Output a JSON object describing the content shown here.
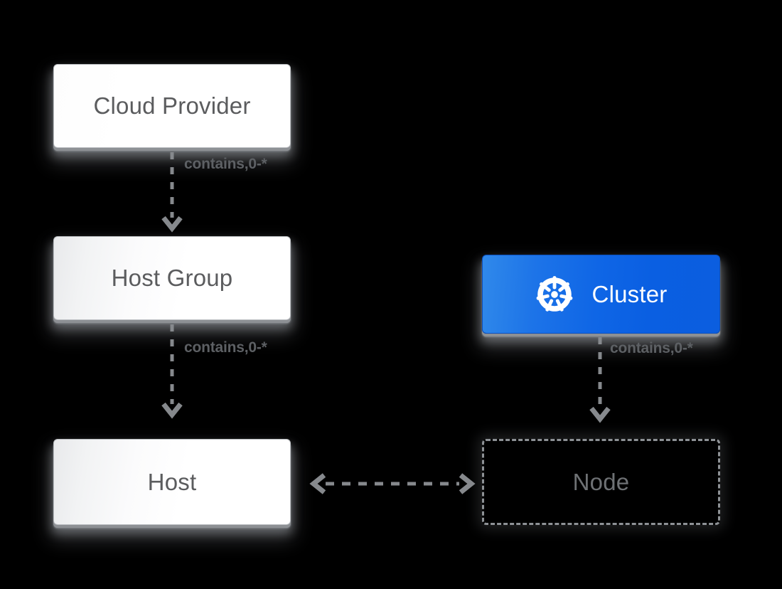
{
  "diagram": {
    "title": "Cloud Provider / Kubernetes entity relationship diagram",
    "background_color": "#000000",
    "nodes": [
      {
        "id": "cloud-provider",
        "label": "Cloud Provider",
        "style": "plain",
        "icon": null,
        "text_color": "#5b5c5e"
      },
      {
        "id": "host-group",
        "label": "Host Group",
        "style": "light",
        "icon": null,
        "text_color": "#5b5c5e"
      },
      {
        "id": "host",
        "label": "Host",
        "style": "light",
        "icon": null,
        "text_color": "#5b5c5e"
      },
      {
        "id": "cluster",
        "label": "Cluster",
        "style": "blue",
        "icon": "kubernetes-helm-icon",
        "text_color": "#ffffff",
        "accent_color": "#0d63e8"
      },
      {
        "id": "node",
        "label": "Node",
        "style": "dashed",
        "icon": null,
        "text_color": "#6e7174"
      }
    ],
    "edges": [
      {
        "id": "cloud-provider-to-host-group",
        "from": "cloud-provider",
        "to": "host-group",
        "label": "contains,0-*",
        "line": "dashed",
        "direction": "down"
      },
      {
        "id": "host-group-to-host",
        "from": "host-group",
        "to": "host",
        "label": "contains,0-*",
        "line": "dashed",
        "direction": "down"
      },
      {
        "id": "cluster-to-node",
        "from": "cluster",
        "to": "node",
        "label": "contains,0-*",
        "line": "dashed",
        "direction": "down"
      },
      {
        "id": "host-to-node",
        "from": "host",
        "to": "node",
        "label": "",
        "line": "dashed",
        "direction": "bidirectional"
      }
    ],
    "edge_color": "#86898d"
  }
}
